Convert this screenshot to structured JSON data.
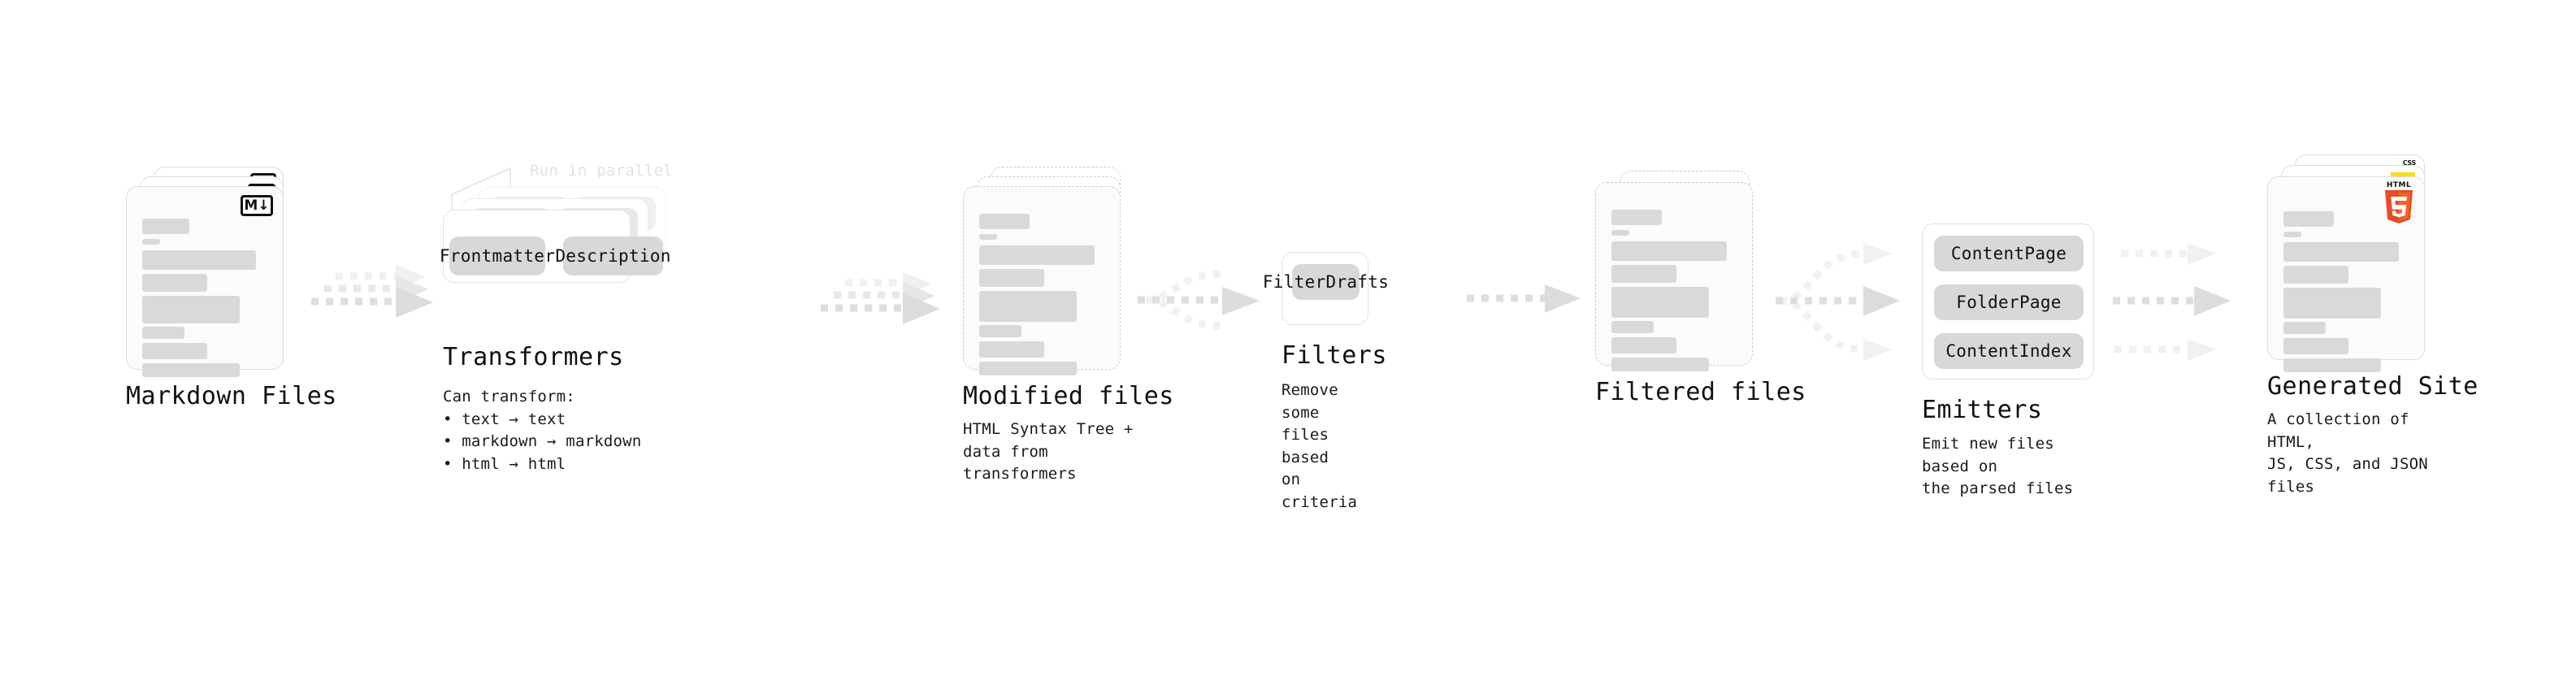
{
  "diagram": {
    "title_color": "#111111",
    "accent_muted": "#d9d9d9",
    "stages": [
      {
        "id": "markdown-files",
        "title": "Markdown Files",
        "desc": "",
        "badge": "markdown-badge",
        "badge_text": "M↓"
      },
      {
        "id": "transformers",
        "title": "Transformers",
        "desc": "Can transform:\n• text → text\n• markdown → markdown\n• html → html",
        "note": "Run in parallel",
        "pills": [
          "Frontmatter",
          "Description"
        ]
      },
      {
        "id": "modified-files",
        "title": "Modified files",
        "desc": "HTML Syntax Tree +\ndata from transformers"
      },
      {
        "id": "filters",
        "title": "Filters",
        "desc": "Remove some files based\non criteria",
        "pills": [
          "FilterDrafts"
        ]
      },
      {
        "id": "filtered-files",
        "title": "Filtered files",
        "desc": ""
      },
      {
        "id": "emitters",
        "title": "Emitters",
        "desc": "Emit new files based on\nthe parsed files",
        "pills": [
          "ContentPage",
          "FolderPage",
          "ContentIndex"
        ]
      },
      {
        "id": "generated-site",
        "title": "Generated Site",
        "desc": "A collection of HTML,\nJS, CSS, and JSON files",
        "badges": [
          "html5-badge",
          "js-badge",
          "css3-badge"
        ],
        "html5_label": "HTML",
        "html5_digit": "5",
        "css_label": "CSS"
      }
    ]
  }
}
